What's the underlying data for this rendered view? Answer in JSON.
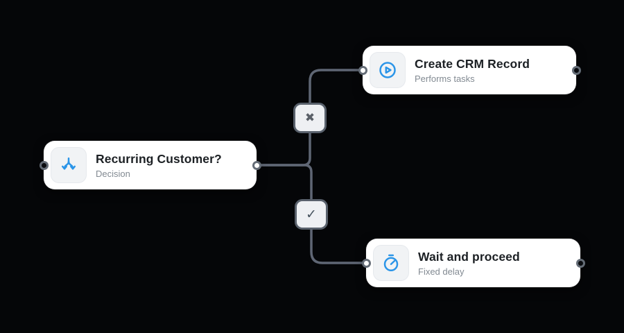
{
  "diagram": {
    "type": "workflow-flowchart",
    "nodes": [
      {
        "id": "decision",
        "title": "Recurring Customer?",
        "subtitle": "Decision",
        "icon": "branch-icon"
      },
      {
        "id": "create-crm",
        "title": "Create CRM Record",
        "subtitle": "Performs tasks",
        "icon": "play-icon"
      },
      {
        "id": "wait",
        "title": "Wait and proceed",
        "subtitle": "Fixed delay",
        "icon": "stopwatch-icon"
      }
    ],
    "edges": [
      {
        "from": "decision",
        "to": "create-crm",
        "label": "✖",
        "icon": "x-icon"
      },
      {
        "from": "decision",
        "to": "wait",
        "label": "✓",
        "icon": "check-icon"
      }
    ]
  },
  "colors": {
    "background": "#050608",
    "node_background": "#ffffff",
    "icon_box_background": "#f1f3f5",
    "accent_blue": "#2b95e8",
    "edge_stroke": "#5f6674",
    "title_text": "#1c2024",
    "subtitle_text": "#828a92",
    "badge_background": "#eef0f3",
    "badge_border": "#59616c"
  }
}
